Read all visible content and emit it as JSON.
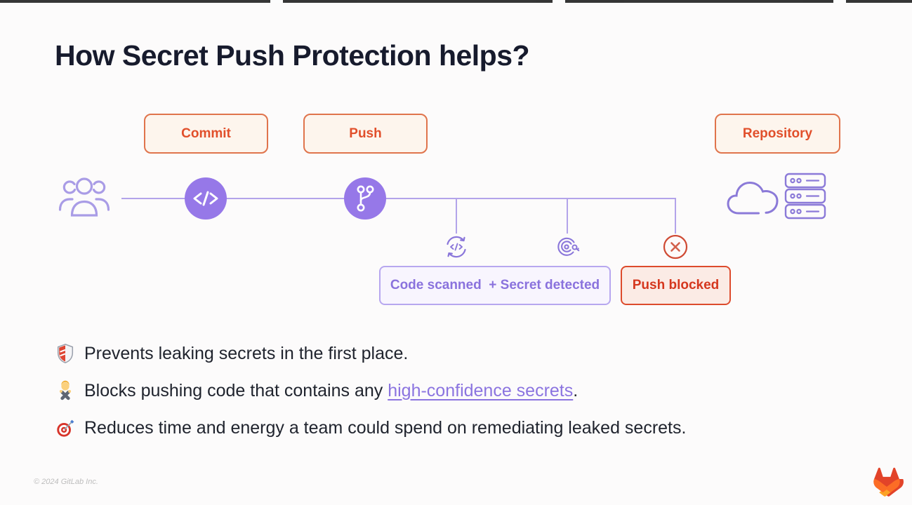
{
  "title": "How Secret Push Protection helps?",
  "diagram": {
    "stages": [
      {
        "label": "Commit"
      },
      {
        "label": "Push"
      },
      {
        "label": "Repository"
      }
    ],
    "scan_label": "Code scanned  + Secret detected",
    "blocked_label": "Push blocked",
    "icons": {
      "left": "team-icon",
      "node1": "code-commit-icon",
      "node2": "git-branch-icon",
      "drop1": "code-scan-icon",
      "drop2": "secret-detection-icon",
      "drop3": "push-blocked-x-icon",
      "right1": "cloud-icon",
      "right2": "server-rack-icon"
    }
  },
  "bullets": {
    "item1": {
      "icon": "shield-emoji",
      "text": "Prevents leaking secrets in the first place."
    },
    "item2": {
      "icon": "no-gesture-emoji",
      "text_before": "Blocks pushing code that contains any ",
      "link_text": "high-confidence secrets",
      "text_after": "."
    },
    "item3": {
      "icon": "target-emoji",
      "text": "Reduces time and energy a team could spend on remediating leaked secrets."
    }
  },
  "footer": {
    "copyright": "© 2024 GitLab Inc.",
    "logo": "gitlab-tanuki-logo"
  },
  "colors": {
    "title_text": "#171b2d",
    "orange_border": "#e0744c",
    "orange_text": "#e14f2b",
    "orange_bg": "#fdf5ed",
    "purple_fill": "#9678e8",
    "purple_line": "#b3a4ea",
    "purple_icon": "#8a76da",
    "purple_box_border": "#b7a7ef",
    "purple_box_bg": "#f8f5fe",
    "purple_box_text": "#8a72dd",
    "red_border": "#dd4b2c",
    "red_bg": "#fbebe5",
    "red_text": "#d5371e",
    "red_icon": "#cf4a33",
    "link": "#8b74e0",
    "body_text": "#20242e",
    "footer_text": "#bdbdbd",
    "logo_red": "#e24329",
    "logo_orange": "#fc6d26",
    "logo_yellow": "#fca326"
  }
}
